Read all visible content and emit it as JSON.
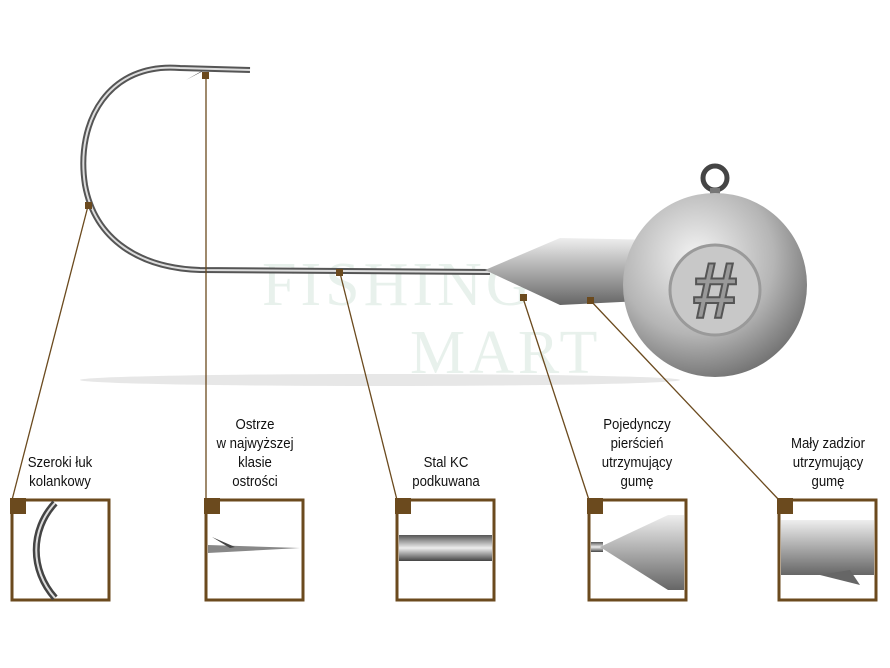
{
  "watermark": {
    "line1": "FISHING",
    "line2": "MART"
  },
  "labels": [
    {
      "text": "Szeroki łuk\nkolankowy",
      "lines": [
        "Szeroki łuk",
        "kolankowy"
      ]
    },
    {
      "lines": [
        "Ostrze",
        "w najwyższej",
        "klasie",
        "ostrości"
      ]
    },
    {
      "lines": [
        "Stal KC",
        "podkuwana"
      ]
    },
    {
      "lines": [
        "Pojedynczy",
        "pierścień",
        "utrzymujący",
        "gumę"
      ]
    },
    {
      "lines": [
        "Mały zadzior",
        "utrzymujący",
        "gumę"
      ]
    }
  ],
  "colors": {
    "frame": "#6b4a1e",
    "metal": "#9a9a9a"
  }
}
